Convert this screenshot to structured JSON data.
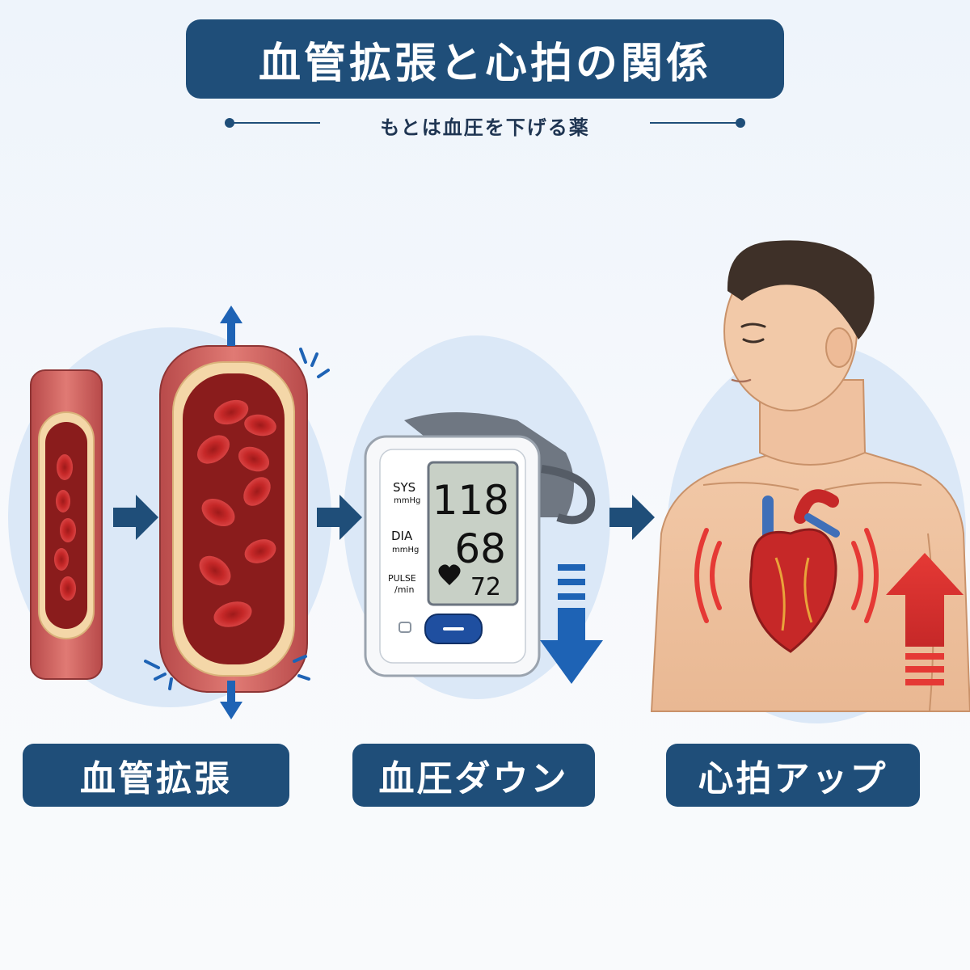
{
  "title": "血管拡張と心拍の関係",
  "subtitle": "もとは血圧を下げる薬",
  "labels": {
    "vasodilation": "血管拡張",
    "bp_down": "血圧ダウン",
    "hr_up": "心拍アップ"
  },
  "monitor": {
    "sys_label": "SYS",
    "sys_unit": "mmHg",
    "sys_value": "118",
    "dia_label": "DIA",
    "dia_unit": "mmHg",
    "dia_value": "68",
    "pulse_label": "PULSE",
    "pulse_unit": "/min",
    "pulse_value": "72"
  },
  "colors": {
    "navy": "#1f4e79",
    "arrow_blue": "#1e63b5",
    "heart_red": "#d32f2f"
  }
}
